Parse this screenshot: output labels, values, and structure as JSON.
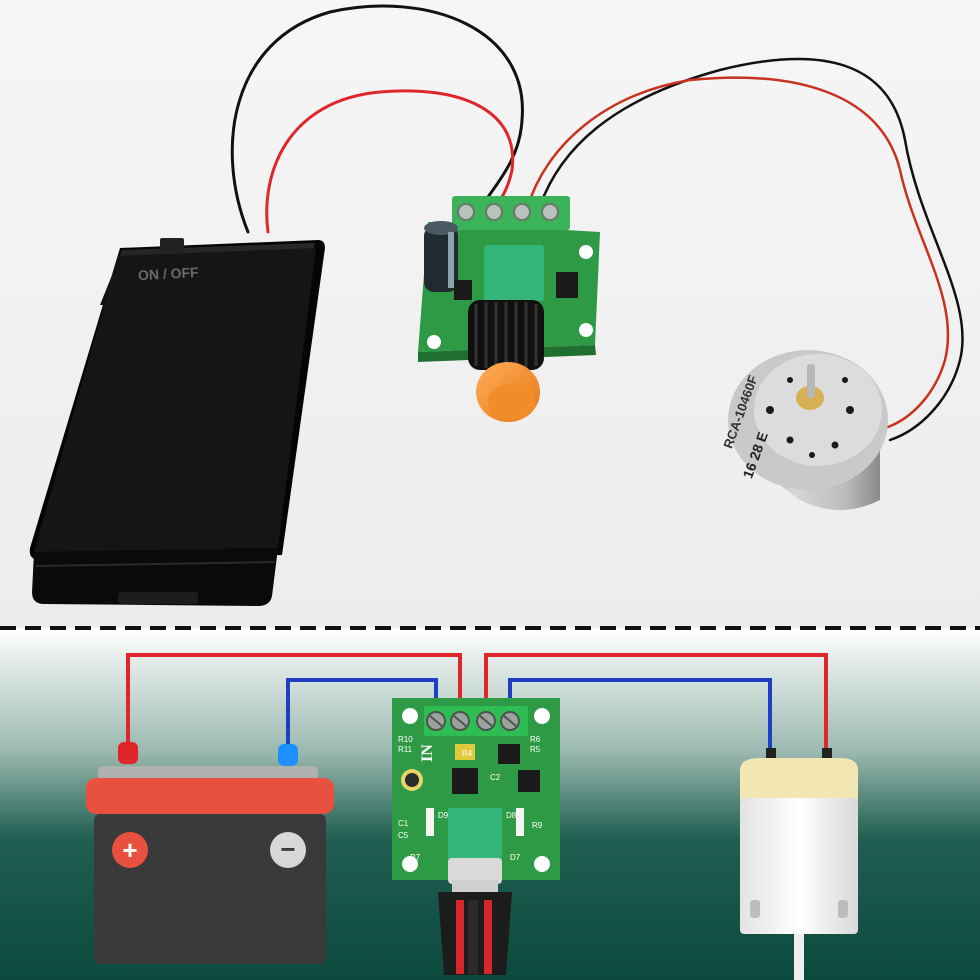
{
  "battery_box": {
    "switch_label": "ON / OFF"
  },
  "controller_board": {
    "input_label": "IN",
    "component_labels": [
      "R10",
      "R11",
      "C1",
      "C5",
      "D9",
      "R7",
      "R6",
      "R5",
      "D8",
      "R9",
      "D7",
      "C2",
      "R4"
    ]
  },
  "motor": {
    "markings_line1": "RCA-10460F",
    "markings_line2": "16 28 E"
  },
  "battery_icon": {
    "plus_symbol": "+",
    "minus_symbol": "−"
  },
  "colors": {
    "positive_wire": "#e0262b",
    "negative_wire": "#1f3fc4",
    "battery_body": "#3a3a3a",
    "battery_cap": "#e8503f",
    "pcb_green": "#2f9a45",
    "background_top": "#f4f4f4",
    "background_bottom": "#0c4b3e"
  }
}
